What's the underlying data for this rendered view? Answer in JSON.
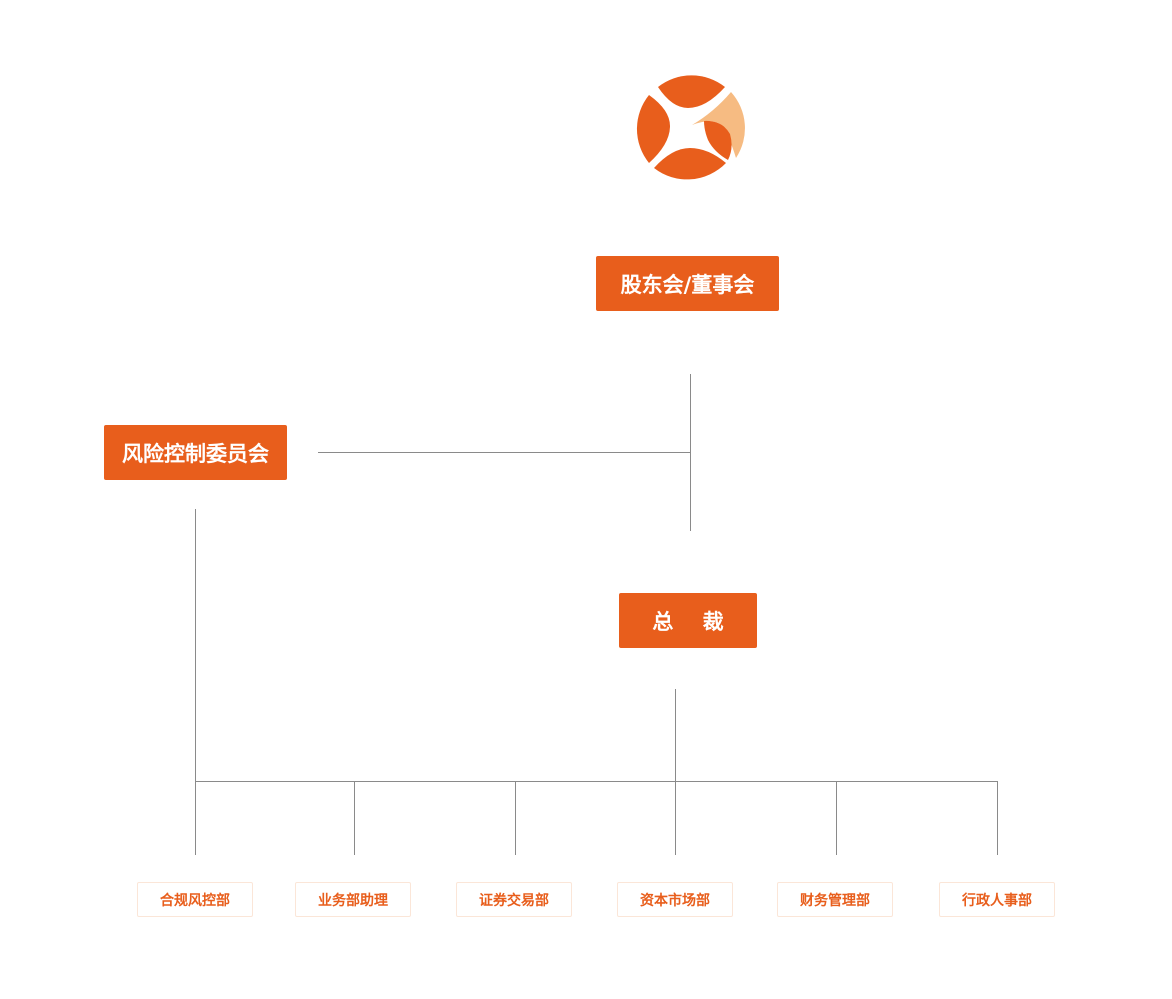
{
  "logo": {
    "primary_color": "#e85e1c",
    "accent_color": "#f6bb82"
  },
  "nodes": {
    "board": "股东会/董事会",
    "risk_committee": "风险控制委员会",
    "president": "总    裁"
  },
  "departments": [
    "合规风控部",
    "业务部助理",
    "证券交易部",
    "资本市场部",
    "财务管理部",
    "行政人事部"
  ],
  "colors": {
    "box_fill": "#e85e1c",
    "box_text": "#ffffff",
    "dept_text": "#e85e1c",
    "dept_border": "#fbe6d8",
    "connector": "#8a8a8a"
  }
}
